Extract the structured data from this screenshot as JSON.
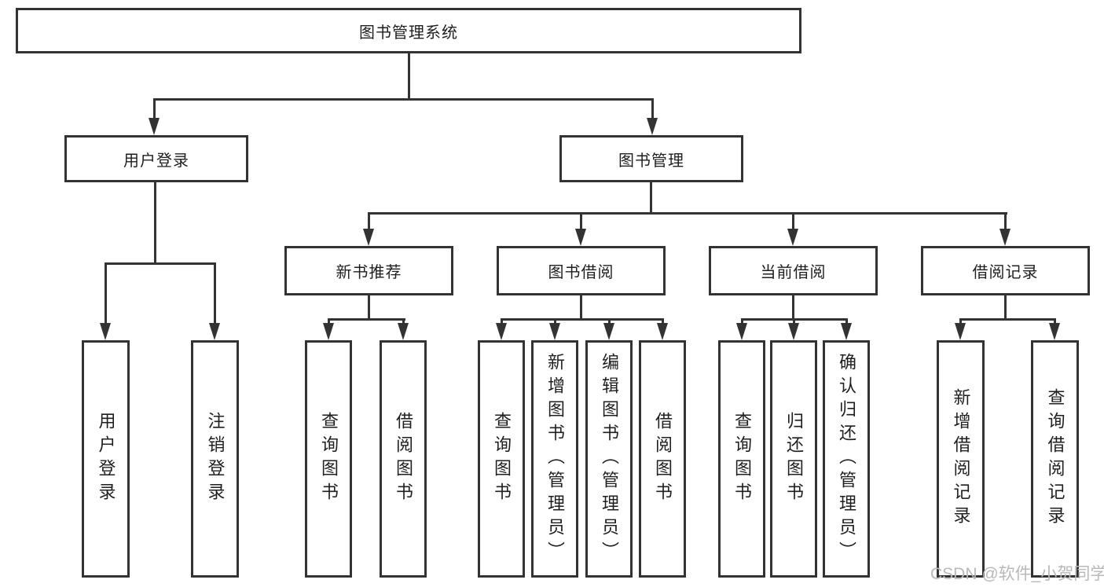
{
  "diagram": {
    "title_node": {
      "label": "图书管理系统"
    },
    "level2": [
      {
        "label": "用户登录"
      },
      {
        "label": "图书管理"
      }
    ],
    "level3": [
      {
        "label": "新书推荐"
      },
      {
        "label": "图书借阅"
      },
      {
        "label": "当前借阅"
      },
      {
        "label": "借阅记录"
      }
    ],
    "leaves": {
      "user_login": [
        "用户登录",
        "注销登录"
      ],
      "new_book": [
        "查询图书",
        "借阅图书"
      ],
      "borrow": [
        "查询图书",
        "新增图书（管理员）",
        "编辑图书（管理员）",
        "借阅图书"
      ],
      "current": [
        "查询图书",
        "归还图书",
        "确认归还（管理员）"
      ],
      "records": [
        "新增借阅记录",
        "查询借阅记录"
      ]
    }
  },
  "watermark": {
    "text": "CSDN @软件_小贺同学"
  },
  "colors": {
    "line": "#333333",
    "text": "#1f1f1f",
    "background": "#ffffff",
    "watermark": "#b9b9b9"
  }
}
